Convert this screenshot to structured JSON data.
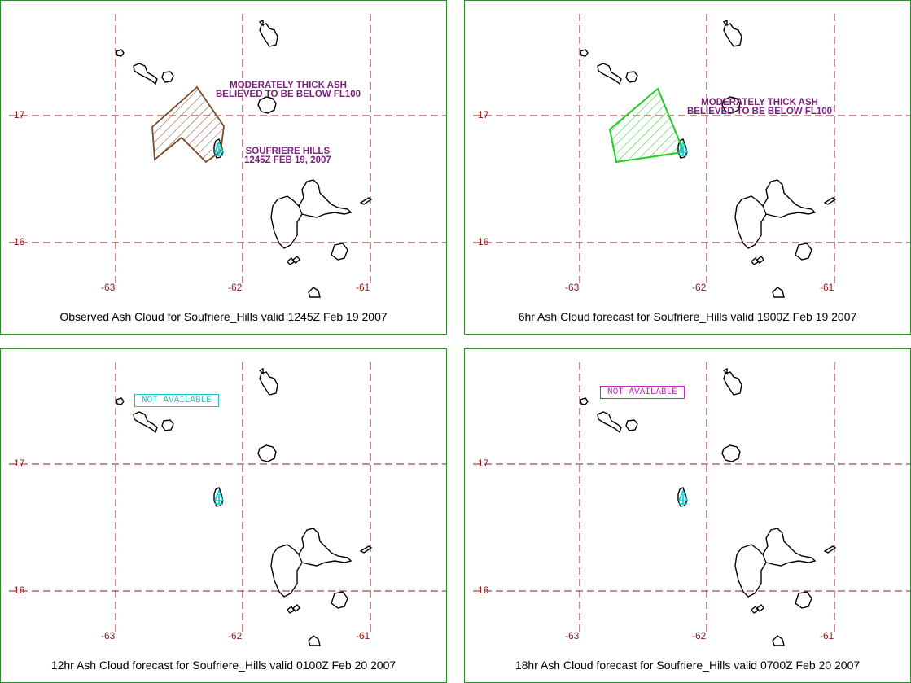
{
  "colors": {
    "border": "#2e8b2e",
    "grid": "#8b1a1a",
    "land": "#000000",
    "volcano_marker": "#00d0d0",
    "observed_polygon": "#7b4a2a",
    "forecast_polygon": "#22cc22",
    "annotation_text": "#7a1f7a",
    "na_cyan": "#20c8c8",
    "na_magenta": "#cc22cc"
  },
  "map": {
    "lat_labels": [
      "17",
      "16"
    ],
    "lon_labels": [
      "-63",
      "-62",
      "-61"
    ],
    "volcano_icon": "volcano-marker-icon"
  },
  "panels": [
    {
      "caption": "Observed Ash Cloud for Soufriere_Hills valid 1245Z Feb 19 2007",
      "ash_text_1": "MODERATELY THICK ASH",
      "ash_text_2": "BELIEVED TO BE BELOW FL100",
      "volcano_text_1": "SOUFRIERE HILLS",
      "volcano_text_2": "1245Z FEB 19, 2007"
    },
    {
      "caption": "6hr Ash Cloud forecast for Soufriere_Hills valid 1900Z Feb 19 2007",
      "ash_text_1": "MODERATELY THICK ASH",
      "ash_text_2": "BELIEVED TO BE BELOW FL100"
    },
    {
      "caption": "12hr Ash Cloud forecast for Soufriere_Hills valid 0100Z Feb 20 2007",
      "na_text": "NOT AVAILABLE"
    },
    {
      "caption": "18hr Ash Cloud forecast for Soufriere_Hills valid 0700Z Feb 20 2007",
      "na_text": "NOT AVAILABLE"
    }
  ]
}
